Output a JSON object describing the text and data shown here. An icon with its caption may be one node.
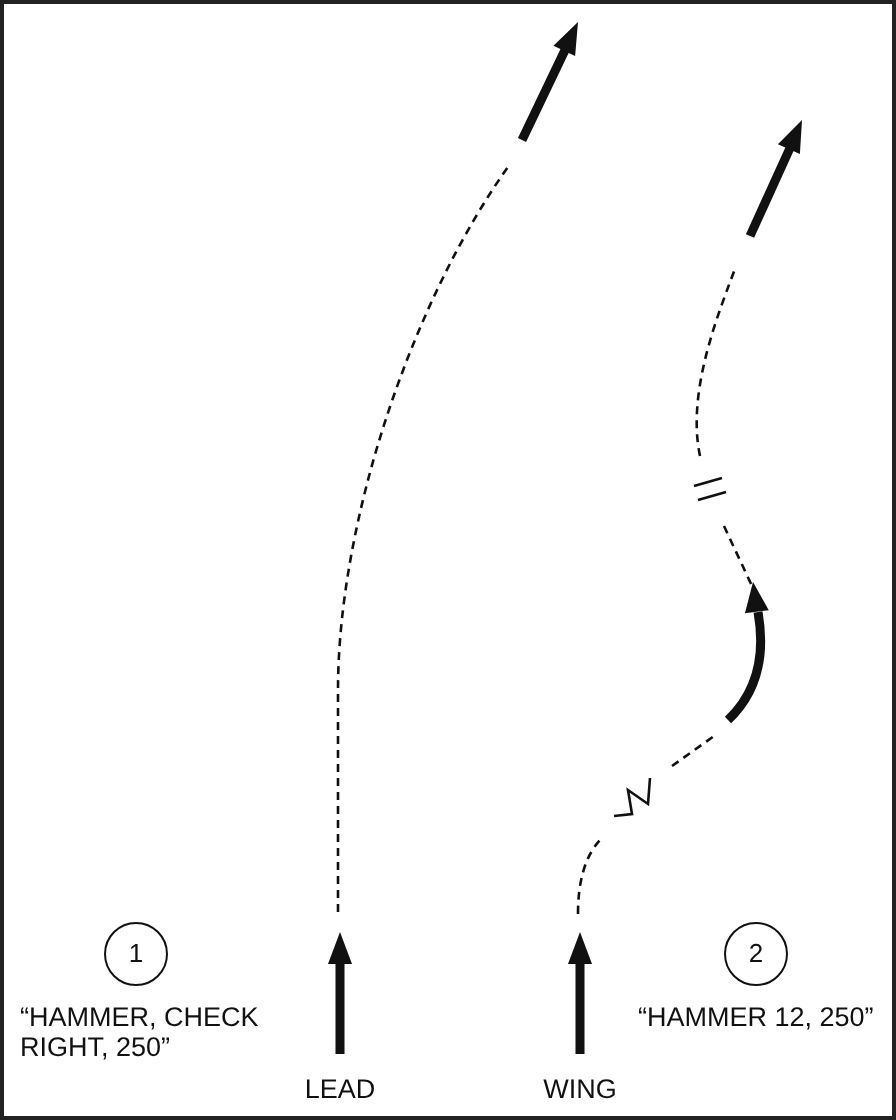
{
  "diagram": {
    "nodes": [
      {
        "text": [
          "1"
        ],
        "beside": [
          "“HAMMER, CHECK RIGHT, 250”"
        ]
      },
      {
        "text": [
          "2"
        ],
        "beside": [
          "“HAMMER 12, 250”"
        ]
      }
    ],
    "labels": [
      "LEAD",
      "WING"
    ]
  }
}
